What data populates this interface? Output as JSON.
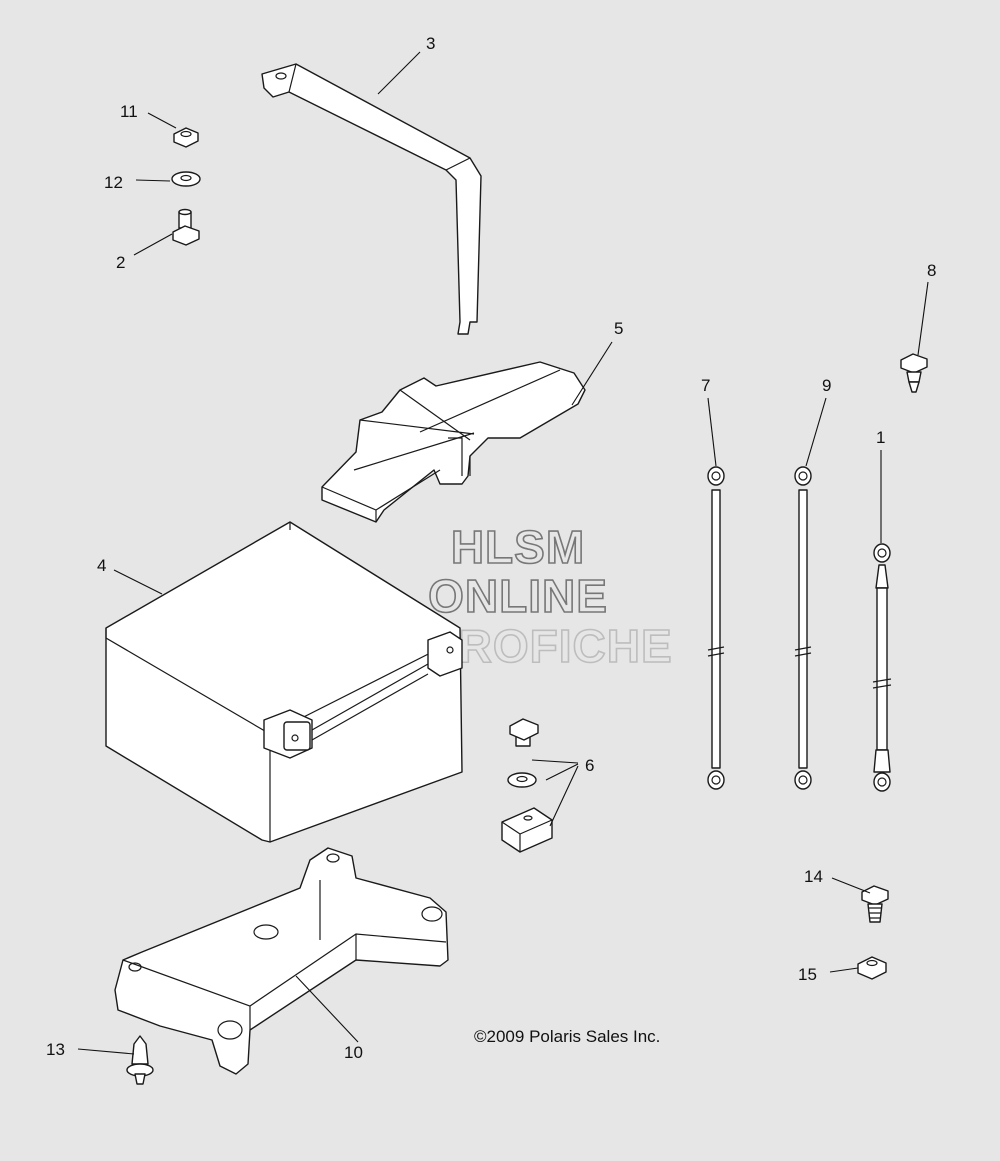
{
  "callouts": [
    "1",
    "2",
    "3",
    "4",
    "5",
    "6",
    "7",
    "8",
    "9",
    "10",
    "11",
    "12",
    "13",
    "14",
    "15"
  ],
  "watermark": {
    "line1": "HLSM",
    "line2": "ONLINE",
    "line3": "MICROFICHE"
  },
  "copyright": "©2009 Polaris Sales Inc.",
  "colors": {
    "background": "#e6e6e6",
    "part_fill": "#ffffff",
    "outline": "#1a1a1a",
    "watermark": "#777777"
  },
  "icons": [
    "battery-icon",
    "bracket-icon",
    "battery-cover-icon",
    "battery-tray-icon",
    "bolt-icon",
    "washer-icon",
    "nut-icon",
    "cable-icon",
    "push-rivet-icon"
  ]
}
